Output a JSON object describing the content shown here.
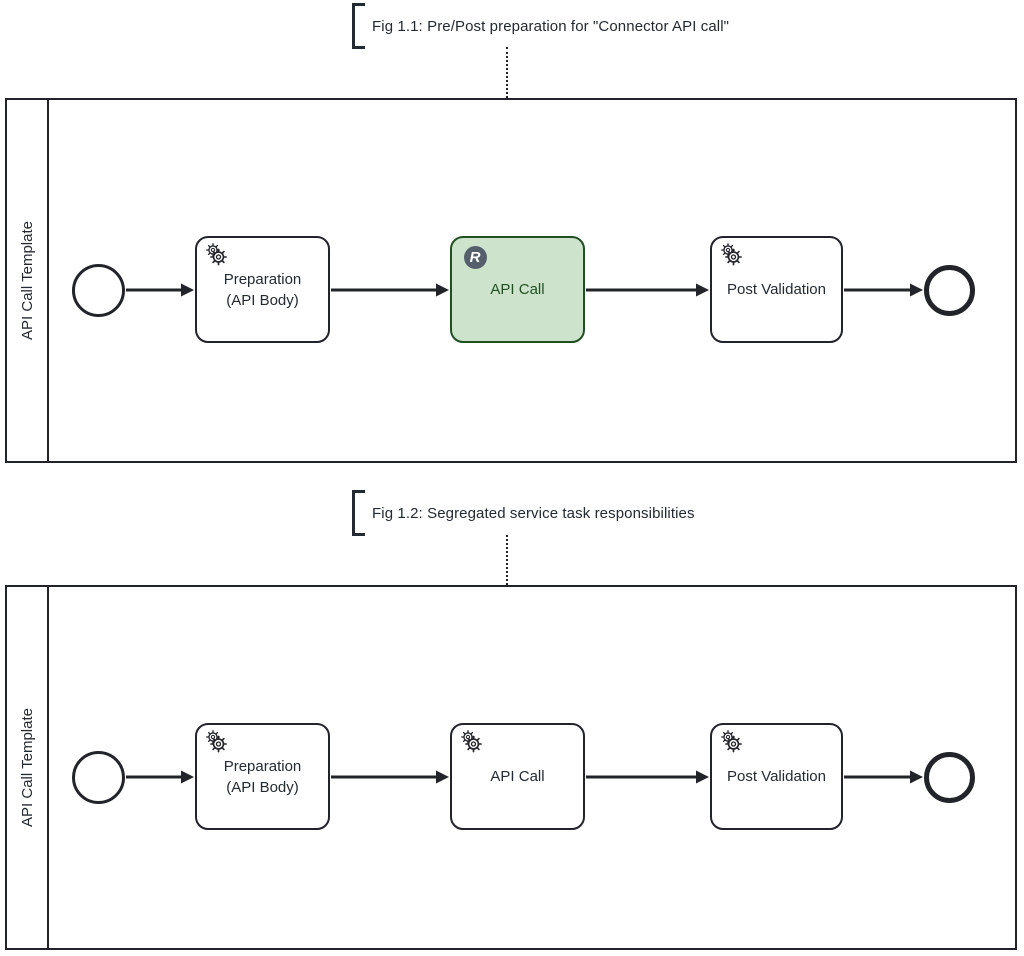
{
  "figures": [
    {
      "caption": "Fig 1.1: Pre/Post preparation for \"Connector API call\"",
      "pool_label": "API Call Template",
      "tasks": [
        {
          "label": "Preparation (API Body)",
          "type": "service-task",
          "icon": "gear-icon",
          "highlighted": false
        },
        {
          "label": "API Call",
          "type": "connector-task",
          "icon": "rest-connector-badge",
          "highlighted": true
        },
        {
          "label": "Post Validation",
          "type": "service-task",
          "icon": "gear-icon",
          "highlighted": false
        }
      ],
      "start_event": "start-event",
      "end_event": "end-event"
    },
    {
      "caption": "Fig 1.2: Segregated service task responsibilities",
      "pool_label": "API Call Template",
      "tasks": [
        {
          "label": "Preparation (API Body)",
          "type": "service-task",
          "icon": "gear-icon",
          "highlighted": false
        },
        {
          "label": "API Call",
          "type": "service-task",
          "icon": "gear-icon",
          "highlighted": false
        },
        {
          "label": "Post Validation",
          "type": "service-task",
          "icon": "gear-icon",
          "highlighted": false
        }
      ],
      "start_event": "start-event",
      "end_event": "end-event"
    }
  ],
  "icons": {
    "rest_connector_badge_letter": "R",
    "service_task_icon": "gear-icon"
  },
  "colors": {
    "diagram_stroke": "#22242a",
    "text": "#242a31",
    "highlight_fill": "#cde3cc",
    "highlight_stroke": "#205022",
    "badge_fill": "#555f6b",
    "badge_text": "#ffffff",
    "background": "#ffffff"
  }
}
